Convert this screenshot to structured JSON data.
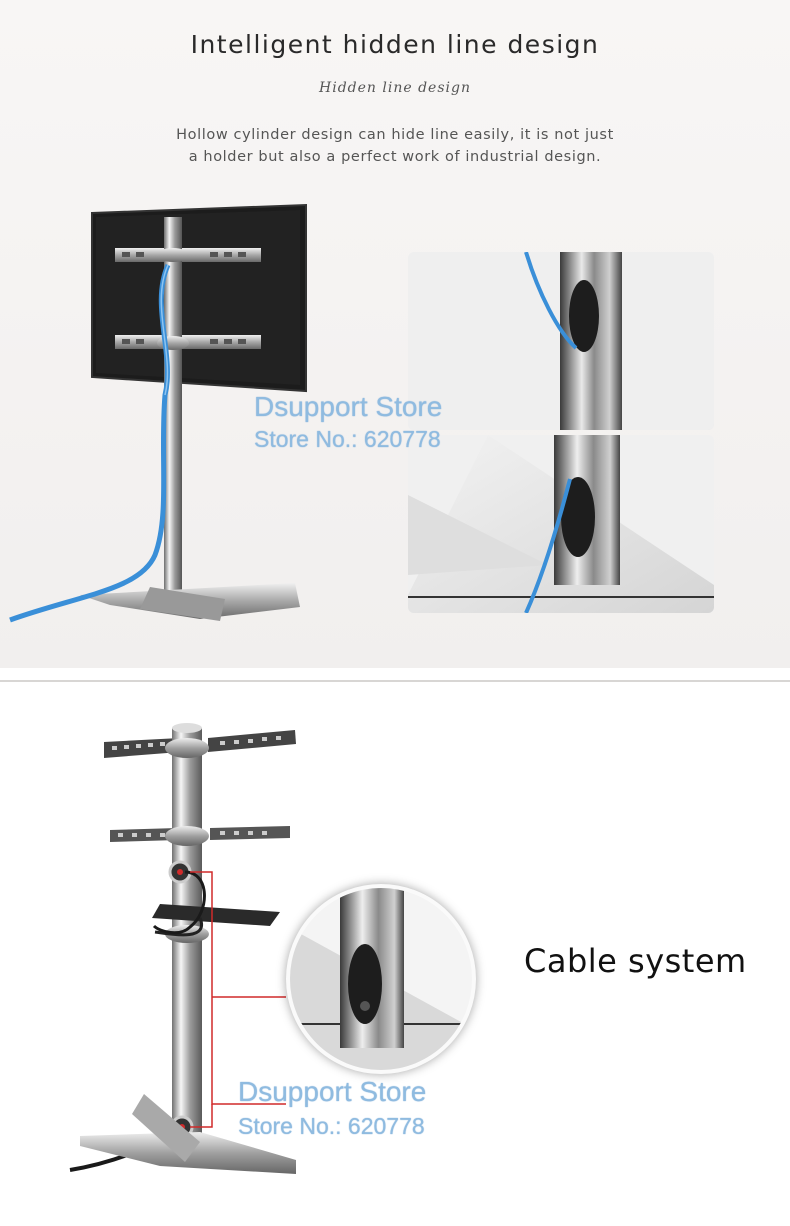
{
  "header": {
    "title": "Intelligent hidden line design",
    "script_subtitle": "Hidden line design",
    "description_line1": "Hollow cylinder design can hide line easily, it is not just",
    "description_line2": "a holder but also a perfect work of industrial design."
  },
  "watermark_top": {
    "store_name": "Dsupport Store",
    "store_number": "Store No.: 620778"
  },
  "bottom": {
    "cable_label": "Cable system"
  },
  "watermark_bottom": {
    "store_name": "Dsupport Store",
    "store_number": "Store No.: 620778"
  },
  "colors": {
    "cable_blue": "#3a8fd8",
    "watermark_blue": "#8fbbe0",
    "callout_red": "#d02a2a",
    "chrome": "#b8b8b8"
  }
}
